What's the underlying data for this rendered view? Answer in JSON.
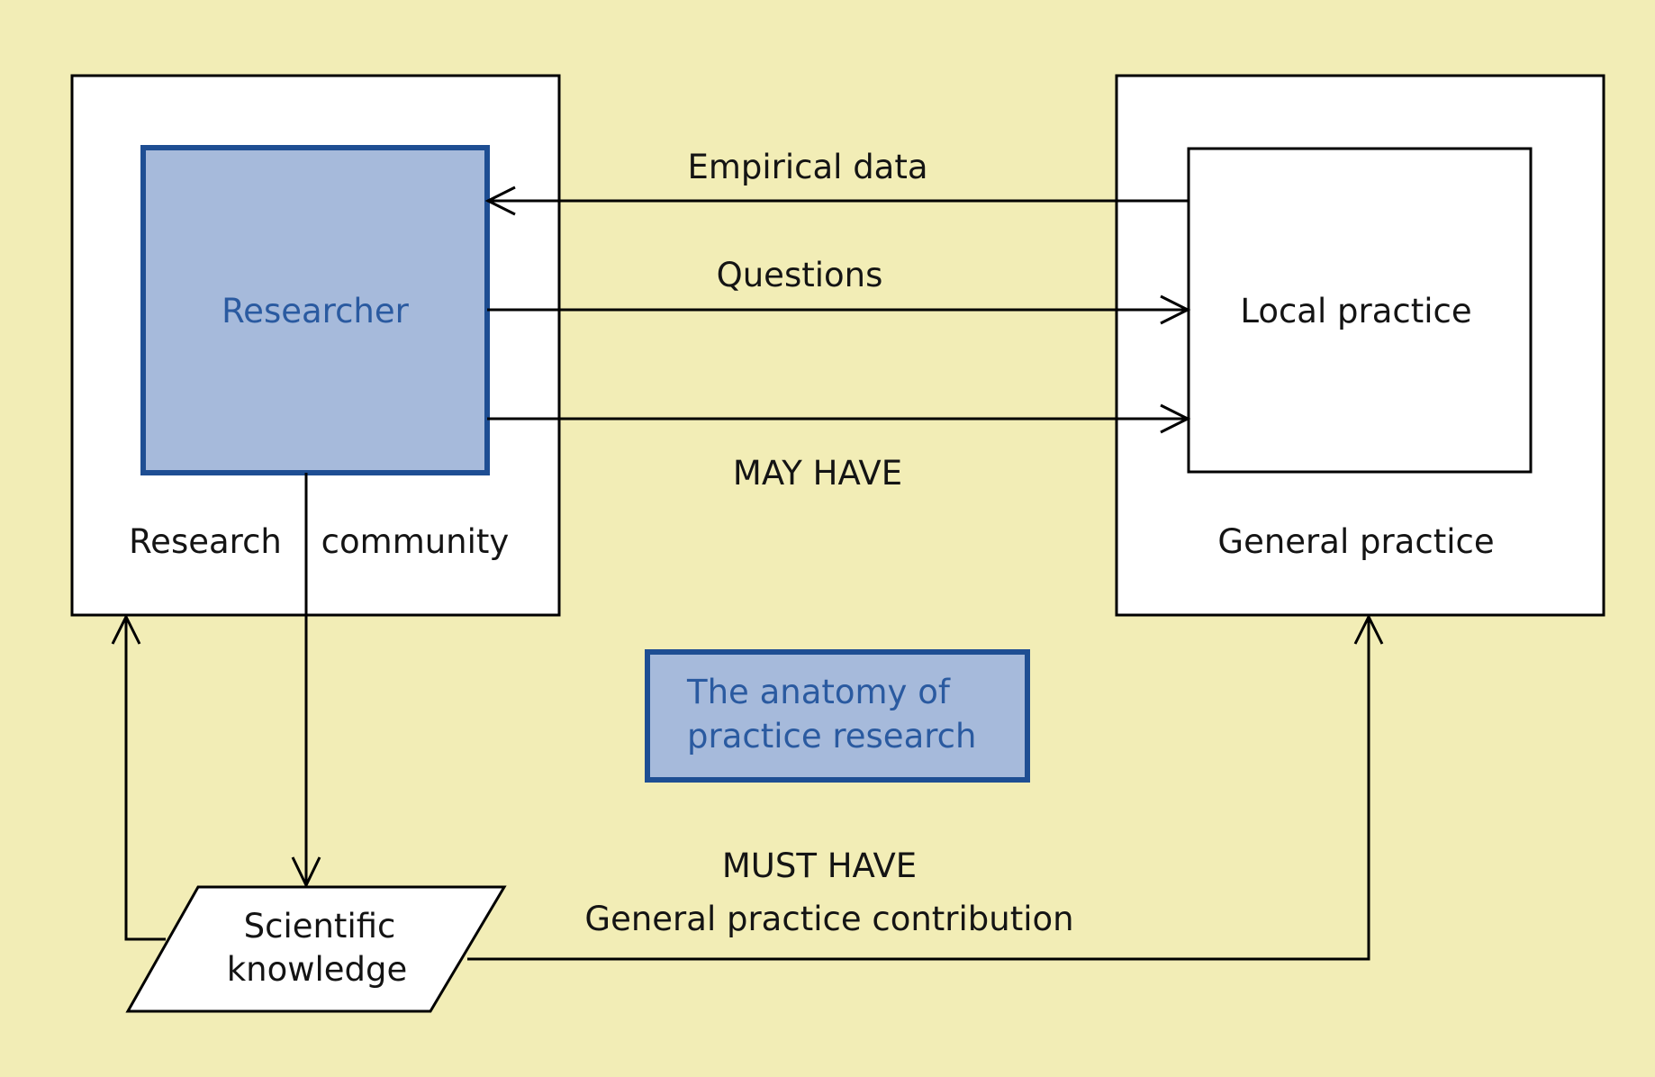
{
  "diagram": {
    "title": "The anatomy of practice research",
    "title_lines": [
      "The anatomy of",
      "practice research"
    ],
    "colors": {
      "background": "#F2EDB6",
      "accent_fill": "#A6BADB",
      "accent_border": "#1E4E93",
      "accent_text": "#2A5AA0",
      "line": "#000000",
      "box_fill": "#FFFFFF"
    },
    "nodes": {
      "research_community": {
        "label_left": "Research",
        "label_right": "community"
      },
      "researcher": {
        "label": "Researcher"
      },
      "general_practice": {
        "label": "General practice"
      },
      "local_practice": {
        "label": "Local practice"
      },
      "scientific_knowledge": {
        "label_lines": [
          "Scientific",
          "knowledge"
        ]
      }
    },
    "edges": {
      "empirical_data": {
        "label": "Empirical data",
        "from": "Local practice",
        "to": "Researcher"
      },
      "questions": {
        "label": "Questions",
        "from": "Researcher",
        "to": "Local practice"
      },
      "may_have": {
        "label": "MAY HAVE",
        "from": "Researcher",
        "to": "Local practice"
      },
      "researcher_to_knowledge": {
        "from": "Researcher",
        "to": "Scientific knowledge"
      },
      "knowledge_to_community": {
        "from": "Scientific knowledge",
        "to": "Research community"
      },
      "must_have": {
        "label": "MUST HAVE",
        "sublabel": "General practice contribution",
        "from": "Scientific knowledge",
        "to": "General practice"
      }
    }
  }
}
